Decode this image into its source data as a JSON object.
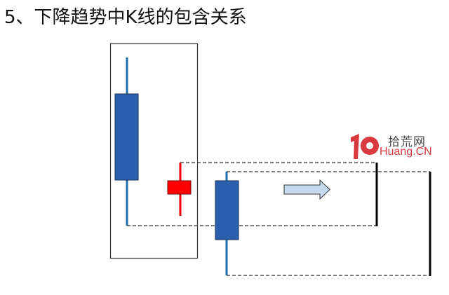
{
  "title": "5、下降趋势中K线的包含关系",
  "logo": {
    "mark": "10",
    "cn": "拾荒网",
    "en": "Huang.CN"
  },
  "colors": {
    "bear": "#2a5fad",
    "bull": "#ff0000",
    "wick": "#1f6fae",
    "arrow": "#c6d9ef",
    "logo": "#d9393e"
  },
  "candles": [
    {
      "name": "containing-candle",
      "type": "bearish"
    },
    {
      "name": "contained-candle",
      "type": "bullish"
    },
    {
      "name": "next-candle",
      "type": "bearish"
    }
  ]
}
